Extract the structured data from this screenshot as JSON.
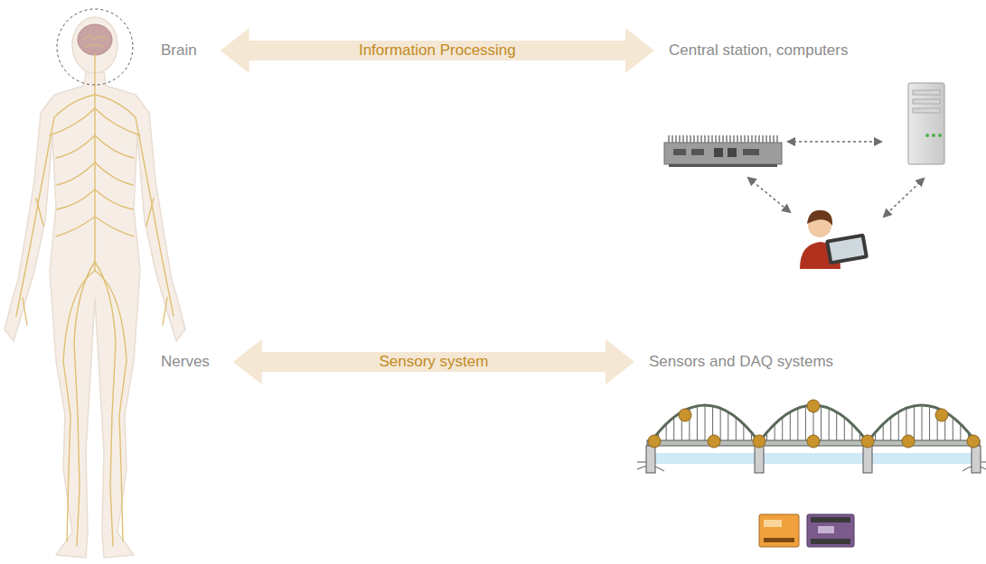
{
  "diagram": {
    "nodes": [
      {
        "text": [
          "Brain"
        ]
      },
      {
        "text": [
          "Central station, computers"
        ]
      },
      {
        "text": [
          "Nerves"
        ]
      },
      {
        "text": [
          "Sensors and DAQ systems"
        ]
      }
    ],
    "edges": [
      {
        "from": 0,
        "to": 1,
        "label": "Information Processing",
        "arrow": "both"
      },
      {
        "from": 2,
        "to": 3,
        "label": "Sensory system",
        "arrow": "both"
      }
    ]
  }
}
